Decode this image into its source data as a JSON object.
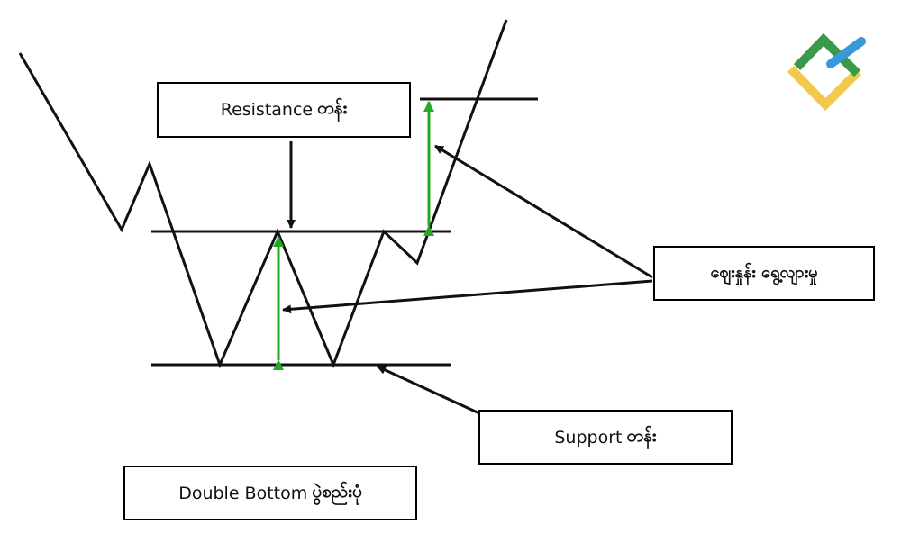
{
  "labels": {
    "resistance": {
      "en": "Resistance",
      "my": "တန်း"
    },
    "price_move": {
      "my": "ဈေးနှုန်း ရွေ့လျားမှု"
    },
    "support": {
      "en": "Support",
      "my": "တန်း"
    },
    "pattern": {
      "en": "Double Bottom",
      "my": "ပွဲစည်းပုံ"
    }
  },
  "colors": {
    "line": "#111111",
    "measure_arrow": "#22aa22",
    "logo_green": "#3a9a4a",
    "logo_blue": "#3a98d8",
    "logo_yellow": "#f2c94c"
  },
  "icons": {
    "logo": "brand-logo-icon"
  }
}
